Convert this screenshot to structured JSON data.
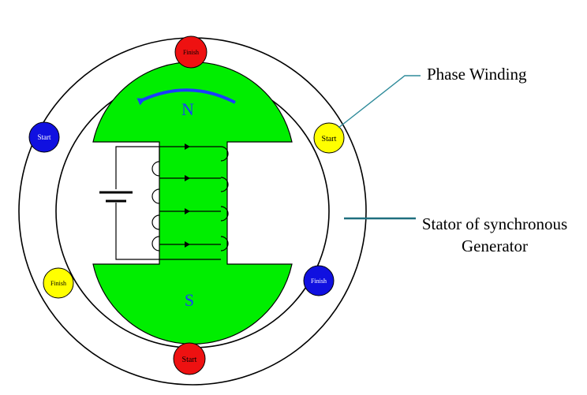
{
  "labels": {
    "phase_winding": "Phase Winding",
    "stator_line1": "Stator of synchronous",
    "stator_line2": "Generator",
    "north_pole": "N",
    "south_pole": "S"
  },
  "terminals": {
    "top": "Finish",
    "upper_left": "Start",
    "upper_right": "Start",
    "lower_left": "Finish",
    "lower_right": "Finish",
    "bottom": "Start"
  },
  "colors": {
    "rotor_fill": "#00ee00",
    "pole_letter": "#1a3cff",
    "rotation_arrow": "#1a3cff",
    "terminal_red": "#ee1111",
    "terminal_blue": "#1010e0",
    "terminal_yellow": "#ffff00",
    "leader_line": "#2e8b9a",
    "stator_pointer": "#1f6f7f"
  }
}
